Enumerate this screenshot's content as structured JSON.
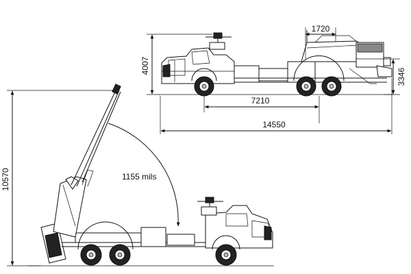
{
  "dimensions": {
    "gun_offset": "1720",
    "height_travel": "4007",
    "height_rear": "3346",
    "wheelbase": "7210",
    "length": "14550",
    "height_firing": "10570",
    "elevation": "1155 mils"
  }
}
